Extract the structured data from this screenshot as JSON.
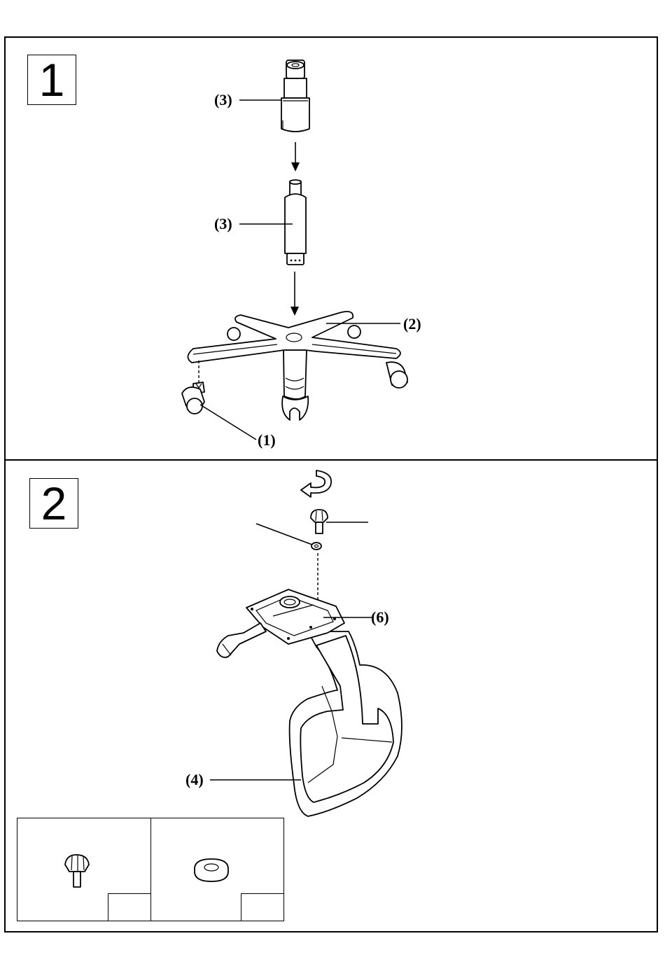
{
  "steps": [
    {
      "number": "1"
    },
    {
      "number": "2"
    }
  ],
  "step1": {
    "callouts": {
      "upper_cover": "(3)",
      "gas_lift": "(3)",
      "base": "(2)",
      "caster": "(1)"
    },
    "parts": {
      "cover": "gas-lift-cover-icon",
      "lift": "gas-lift-icon",
      "base": "five-star-base-icon",
      "caster": "caster-wheel-icon"
    }
  },
  "step2": {
    "callouts": {
      "mechanism": "(6)",
      "frame": "(4)"
    },
    "parts": {
      "rotation": "rotate-arrow-icon",
      "knob": "knob-bolt-icon",
      "washer": "washer-icon",
      "mechanism": "seat-mechanism-icon",
      "frame": "seat-frame-icon"
    }
  },
  "legend": {
    "items": [
      {
        "icon": "knob-bolt-icon",
        "quantity": ""
      },
      {
        "icon": "washer-icon",
        "quantity": ""
      }
    ]
  }
}
